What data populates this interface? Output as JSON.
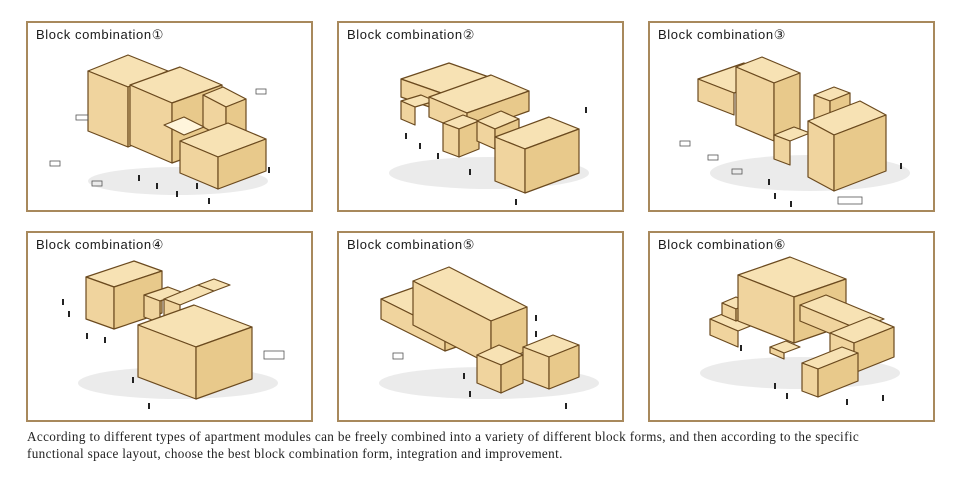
{
  "panels": [
    {
      "title": "Block combination①"
    },
    {
      "title": "Block combination②"
    },
    {
      "title": "Block combination③"
    },
    {
      "title": "Block combination④"
    },
    {
      "title": "Block combination⑤"
    },
    {
      "title": "Block combination⑥"
    }
  ],
  "caption": {
    "line1": "According to different types of apartment modules can be freely combined into a variety of different block forms, and then according to the specific",
    "line2": "functional space layout, choose the best block combination form, integration and improvement."
  },
  "colors": {
    "frame": "#a8895c",
    "block_top": "#f7e2b4",
    "block_left": "#f0d49e",
    "block_right": "#e8c98b",
    "edge": "#6b4a1f"
  }
}
